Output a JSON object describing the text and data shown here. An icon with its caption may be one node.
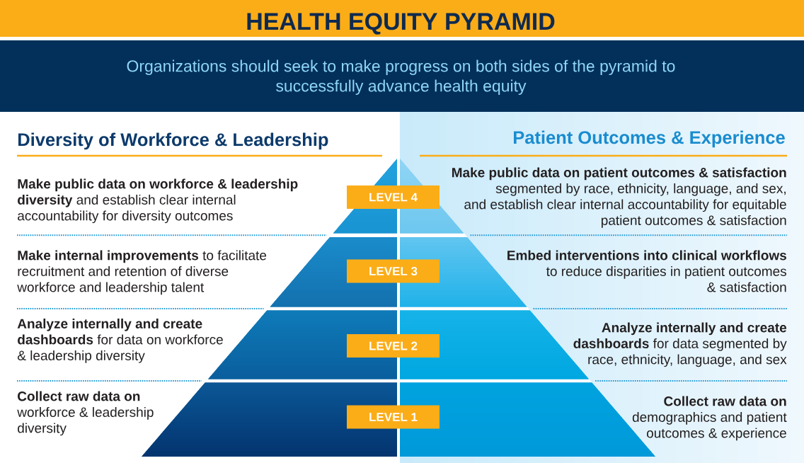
{
  "diagram": {
    "title": "HEALTH EQUITY PYRAMID",
    "nodes": [
      {
        "text": [
          "LEVEL 4"
        ]
      },
      {
        "text": [
          "LEVEL 3"
        ]
      },
      {
        "text": [
          "LEVEL 2"
        ]
      },
      {
        "text": [
          "LEVEL 1"
        ]
      }
    ],
    "labels": [
      "Organizations should seek to make progress on both sides of the pyramid to successfully advance health equity",
      "Diversity of Workforce & Leadership",
      "Patient Outcomes & Experience",
      "**Make public data on workforce & leadership diversity** and establish clear internal accountability for diversity outcomes",
      "**Make public data on patient outcomes & satisfaction** segmented by race, ethnicity, language, and sex, and establish clear internal accountability for equitable patient outcomes & satisfaction",
      "**Make internal improvements** to facilitate recruitment and retention of diverse workforce and leadership talent",
      "**Embed interventions into clinical workflows** to reduce disparities in patient outcomes & satisfaction",
      "**Analyze internally and create dashboards** for data on workforce & leadership diversity",
      "**Analyze internally and create dashboards** for data segmented by race, ethnicity, language, and sex",
      "**Collect raw data on** workforce & leadership diversity",
      "**Collect raw data on** demographics and patient outcomes & experience"
    ]
  }
}
